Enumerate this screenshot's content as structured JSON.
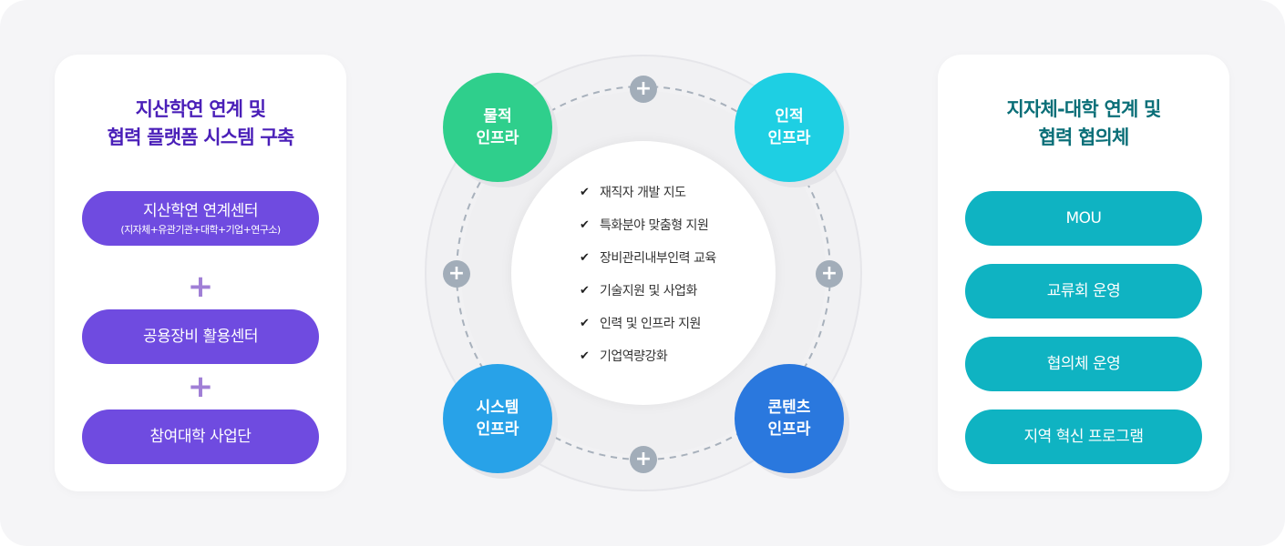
{
  "left_panel": {
    "title_line1": "지산학연 연계 및",
    "title_line2": "협력 플랫폼 시스템 구축",
    "items": [
      {
        "label": "지산학연 연계센터",
        "sub": "(지자체+유관기관+대학+기업+연구소)"
      },
      {
        "label": "공용장비 활용센터"
      },
      {
        "label": "참여대학 사업단"
      }
    ],
    "connector": "+"
  },
  "center": {
    "nodes": {
      "physical": {
        "line1": "물적",
        "line2": "인프라",
        "color": "#2fcf8c"
      },
      "human": {
        "line1": "인적",
        "line2": "인프라",
        "color": "#1ecfe3"
      },
      "system": {
        "line1": "시스템",
        "line2": "인프라",
        "color": "#28a2e8"
      },
      "content": {
        "line1": "콘텐츠",
        "line2": "인프라",
        "color": "#2a78de"
      }
    },
    "plus": "+",
    "check_mark": "✔",
    "checklist": [
      "재직자 개발 지도",
      "특화분야 맞춤형 지원",
      "장비관리내부인력 교육",
      "기술지원 및 사업화",
      "인력 및 인프라 지원",
      "기업역량강화"
    ]
  },
  "right_panel": {
    "title_line1": "지자체-대학 연계 및",
    "title_line2": "협력 협의체",
    "items": [
      "MOU",
      "교류회 운영",
      "협의체 운영",
      "지역 혁신 프로그램"
    ]
  }
}
